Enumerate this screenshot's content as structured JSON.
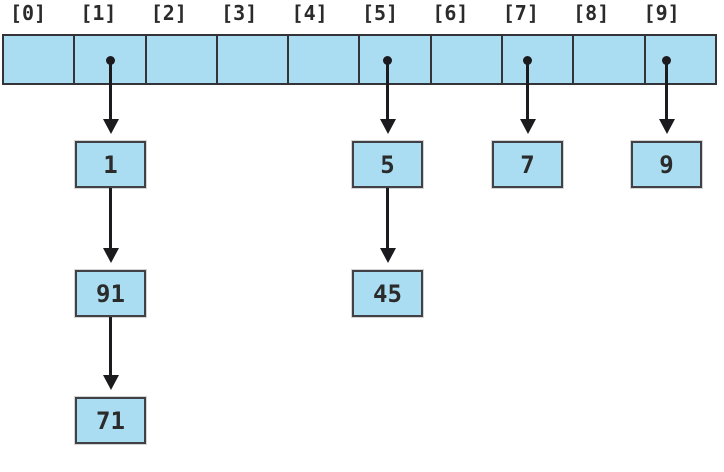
{
  "diagram_type": "hash-table-with-chaining",
  "colors": {
    "background": "#ffffff",
    "cell_fill": "#aadcf2",
    "grid_line": "#333338",
    "arrow_ink": "#1b1b1f",
    "text": "#2b2b2b"
  },
  "hash_table": {
    "bucket_count": 10,
    "labels": [
      "[0]",
      "[1]",
      "[2]",
      "[3]",
      "[4]",
      "[5]",
      "[6]",
      "[7]",
      "[8]",
      "[9]"
    ],
    "buckets": [
      {
        "index": 1,
        "label": "[1]",
        "chain": [
          "1",
          "91",
          "71"
        ]
      },
      {
        "index": 5,
        "label": "[5]",
        "chain": [
          "5",
          "45"
        ]
      },
      {
        "index": 7,
        "label": "[7]",
        "chain": [
          "7"
        ]
      },
      {
        "index": 9,
        "label": "[9]",
        "chain": [
          "9"
        ]
      }
    ],
    "empty_bucket_indexes": [
      0,
      2,
      3,
      4,
      6,
      8
    ]
  }
}
